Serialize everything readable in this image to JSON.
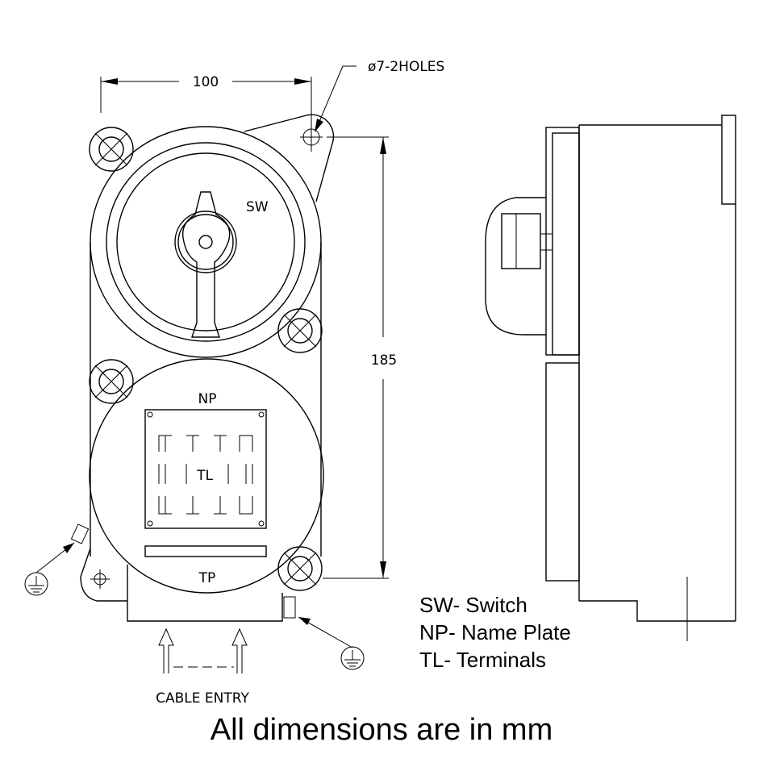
{
  "drawing": {
    "dim_width": "100",
    "dim_height": "185",
    "hole_note": "ø7-2HOLES",
    "label_sw": "SW",
    "label_np": "NP",
    "label_tl": "TL",
    "label_tp": "TP",
    "cable_entry": "CABLE ENTRY"
  },
  "legend": [
    "SW- Switch",
    "NP- Name Plate",
    "TL- Terminals"
  ],
  "footer": "All dimensions are in mm"
}
